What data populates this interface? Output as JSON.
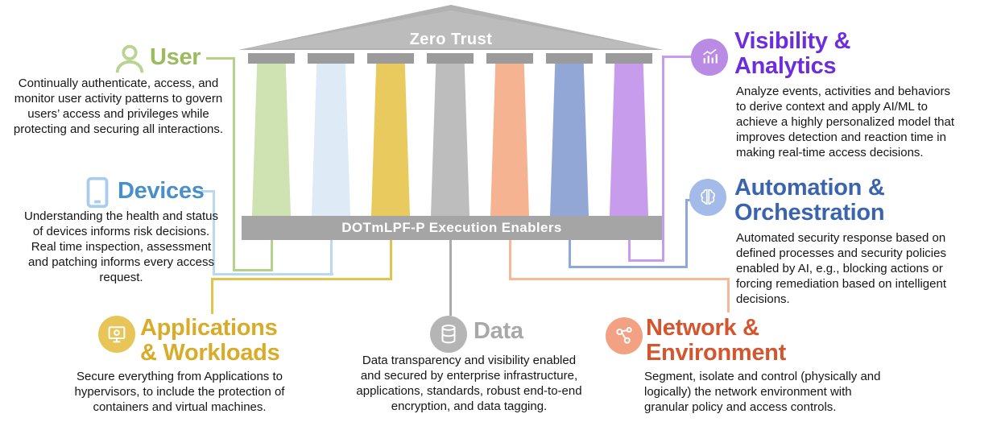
{
  "temple": {
    "roof_label": "Zero Trust",
    "base_label": "DOTmLPF-P Execution Enablers"
  },
  "pillars": [
    {
      "id": "user",
      "color": "#cee2b2"
    },
    {
      "id": "devices",
      "color": "#deeaf6"
    },
    {
      "id": "applications",
      "color": "#e8ca5e"
    },
    {
      "id": "data",
      "color": "#bdbdbd"
    },
    {
      "id": "network",
      "color": "#f6b392"
    },
    {
      "id": "automation",
      "color": "#92a7d6"
    },
    {
      "id": "visibility",
      "color": "#c79cec"
    }
  ],
  "sections": {
    "user": {
      "title": "User",
      "icon": "user-icon",
      "accent": "#9bbb5e",
      "icon_color": "#b9d490",
      "line_color": "#b5d28b",
      "description": "Continually authenticate, access, and monitor user activity patterns to govern users’ access and privileges while protecting and securing all interactions."
    },
    "devices": {
      "title": "Devices",
      "icon": "tablet-icon",
      "accent": "#4a90c8",
      "icon_color": "#aacde9",
      "line_color": "#b9d9f0",
      "description": "Understanding the health and status of devices informs risk decisions. Real time inspection, assessment and patching informs every access request."
    },
    "applications": {
      "title": "Applications & Workloads",
      "icon": "app-window-icon",
      "accent": "#d8ac28",
      "icon_bg": "#e7c558",
      "line_color": "#e2c44d",
      "description": "Secure everything from Applications to hypervisors, to include the protection of containers and virtual machines."
    },
    "data": {
      "title": "Data",
      "icon": "database-icon",
      "accent": "#a8a8a8",
      "icon_bg": "#b5b5b5",
      "line_color": "#ababab",
      "description": "Data transparency and visibility enabled and secured by enterprise infrastructure, applications, standards, robust end-to-end encryption, and data tagging."
    },
    "network": {
      "title": "Network & Environment",
      "icon": "network-icon",
      "accent": "#d4562e",
      "icon_bg": "#f2a183",
      "line_color": "#f6b896",
      "description": "Segment, isolate and control (physically and logically) the network environment with granular policy and access controls."
    },
    "automation": {
      "title": "Automation & Orchestration",
      "icon": "brain-icon",
      "accent": "#3b64ae",
      "icon_bg": "#a3bbe8",
      "line_color": "#8da9dc",
      "description": "Automated security response based on defined processes and security policies enabled by AI, e.g., blocking actions or forcing remediation based on intelligent decisions."
    },
    "visibility": {
      "title": "Visibility & Analytics",
      "icon": "analytics-icon",
      "accent": "#6c2edc",
      "icon_bg": "#b98be4",
      "line_color": "#c79cf0",
      "description": "Analyze events, activities and behaviors to derive context and apply AI/ML to achieve a highly personalized model that improves detection and reaction time in making real-time access decisions."
    }
  }
}
